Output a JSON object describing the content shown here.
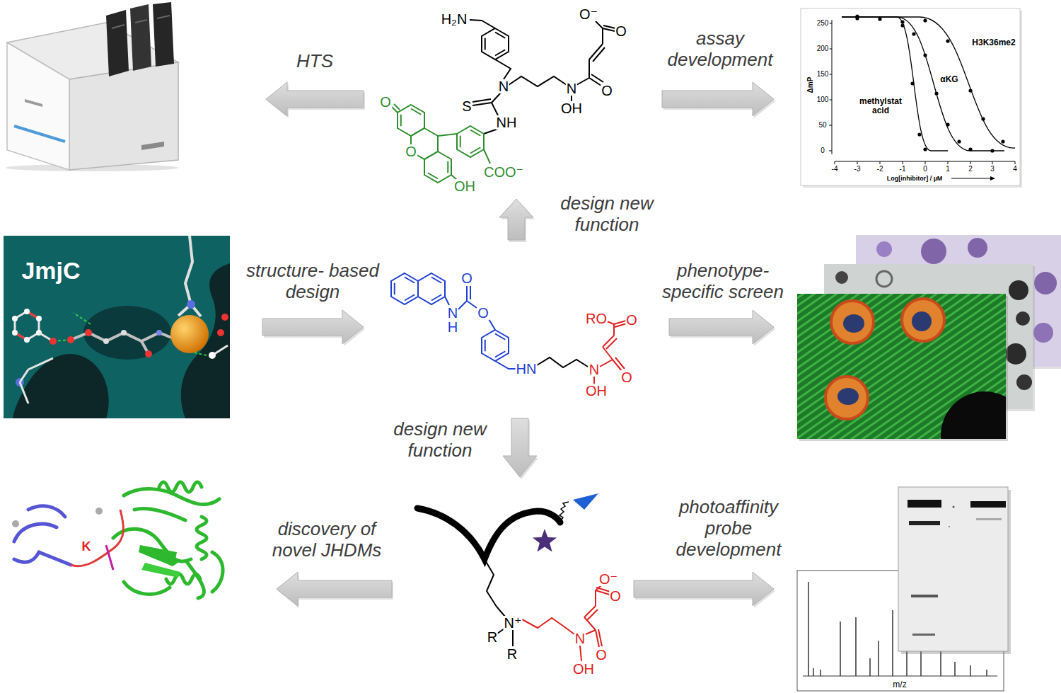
{
  "diagram": {
    "nodes": [
      {
        "text": []
      },
      {
        "text": [
          "H₂N",
          "N",
          "S",
          "NH",
          "O",
          "O",
          "OH",
          "COO⁻",
          "N",
          "OH",
          "O",
          "O⁻",
          "O"
        ]
      },
      {
        "text": [
          "250",
          "200",
          "150",
          "100",
          "50",
          "0",
          "ΔmP",
          "-4",
          "-3",
          "-2",
          "-1",
          "0",
          "1",
          "2",
          "3",
          "4",
          "Log[inhibitor] / µM",
          "H3K36me2",
          "αKG",
          "methylstat acid"
        ]
      },
      {
        "text": [
          "JmjC"
        ]
      },
      {
        "text": [
          "N",
          "H",
          "O",
          "O",
          "HN",
          "N",
          "OH",
          "O",
          "RO",
          "O"
        ]
      },
      {
        "text": []
      },
      {
        "text": [
          "K"
        ]
      },
      {
        "text": [
          "N⁺",
          "R",
          "R",
          "N",
          "OH",
          "O",
          "O⁻",
          "O"
        ]
      },
      {
        "text": [
          "m/z"
        ]
      }
    ],
    "edges": [
      {
        "from": 1,
        "to": 0,
        "arrow": "to",
        "label": "HTS"
      },
      {
        "from": 1,
        "to": 2,
        "arrow": "to",
        "label": "assay development"
      },
      {
        "from": 4,
        "to": 1,
        "arrow": "to",
        "label": "design new function"
      },
      {
        "from": 3,
        "to": 4,
        "arrow": "to",
        "label": "structure- based design"
      },
      {
        "from": 4,
        "to": 5,
        "arrow": "to",
        "label": "phenotype- specific screen"
      },
      {
        "from": 4,
        "to": 7,
        "arrow": "to",
        "label": "design new function"
      },
      {
        "from": 7,
        "to": 6,
        "arrow": "to",
        "label": "discovery of novel JHDMs"
      },
      {
        "from": 7,
        "to": 8,
        "arrow": "to",
        "label": "photoaffinity probe development"
      }
    ]
  }
}
